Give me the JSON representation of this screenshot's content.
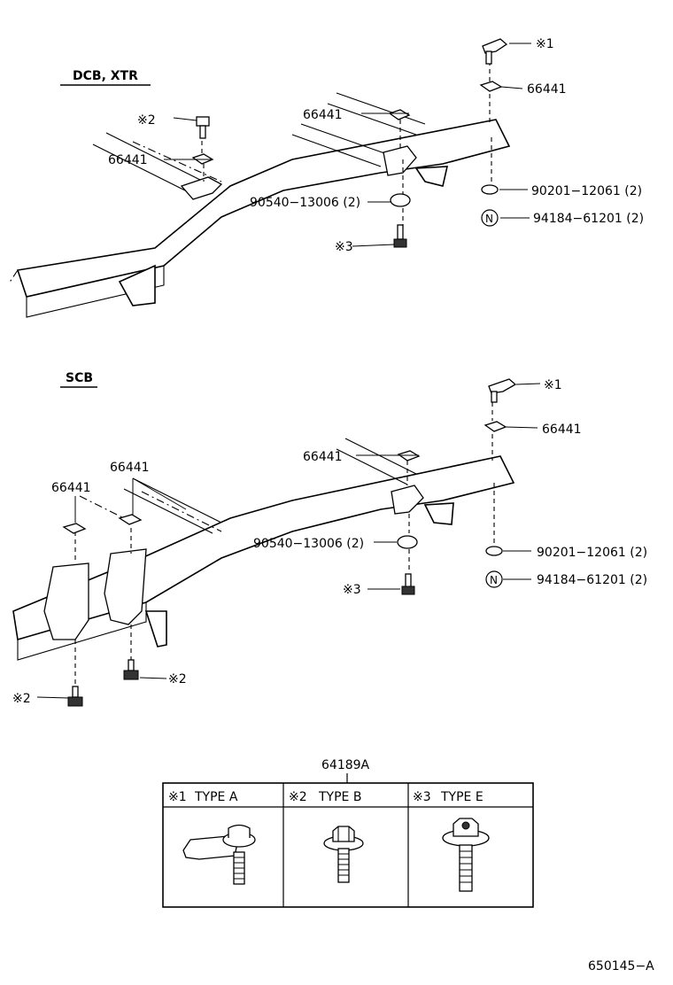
{
  "sections": {
    "top": {
      "heading": "DCB, XTR"
    },
    "bottom": {
      "heading": "SCB"
    }
  },
  "labels": {
    "mark1": "※1",
    "mark2": "※2",
    "mark3": "※3",
    "part_66441": "66441",
    "part_90540": "90540−13006 (2)",
    "part_90201": "90201−12061 (2)",
    "part_94184": "94184−61201 (2)",
    "n_symbol": "N"
  },
  "types_table": {
    "part_number": "64189A",
    "columns": [
      {
        "mark": "※1",
        "label": "TYPE  A"
      },
      {
        "mark": "※2",
        "label": "TYPE  B"
      },
      {
        "mark": "※3",
        "label": "TYPE  E"
      }
    ]
  },
  "figure_code": "650145−A"
}
